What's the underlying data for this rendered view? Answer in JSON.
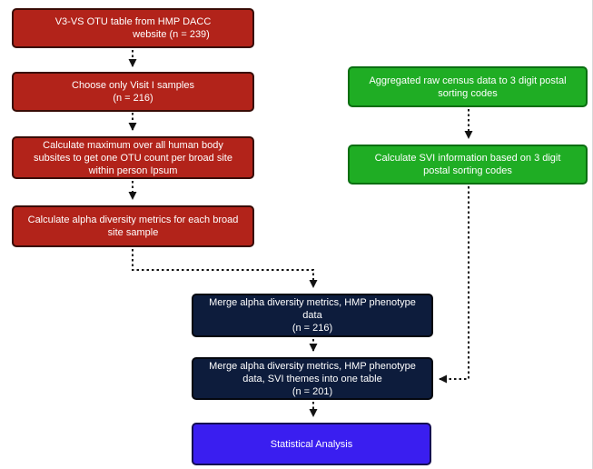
{
  "figure": {
    "type": "flowchart",
    "background": "#ffffff"
  },
  "palette": {
    "red_fill": "#b2231a",
    "red_border": "#380c06",
    "green_fill": "#1fad24",
    "green_border": "#0a6e11",
    "navy_fill": "#0d1c3c",
    "navy_border": "#04070f",
    "blue_fill": "#3a1ef0",
    "blue_border": "#140c52",
    "text_color": "#ffffff",
    "arrow_color": "#131313"
  },
  "nodes": {
    "otu_table": {
      "color": "red",
      "lines": [
        "V3-VS OTU table from HMP DACC",
        "website (n = 239)"
      ]
    },
    "visit1": {
      "color": "red",
      "lines": [
        "Choose only Visit I samples",
        "(n = 216)"
      ]
    },
    "max_subsites": {
      "color": "red",
      "lines": [
        "Calculate maximum over all human body",
        "subsites to get one OTU count per broad site",
        "within person Ipsum"
      ]
    },
    "alpha_metrics": {
      "color": "red",
      "lines": [
        "Calculate alpha diversity metrics for each broad",
        "site sample"
      ]
    },
    "census": {
      "color": "green",
      "lines": [
        "Aggregated raw census data to 3 digit postal",
        "sorting codes"
      ]
    },
    "svi": {
      "color": "green",
      "lines": [
        "Calculate SVI information based on 3 digit",
        "postal sorting codes"
      ]
    },
    "merge_pheno": {
      "color": "navy",
      "lines": [
        "Merge alpha diversity metrics, HMP phenotype",
        "data",
        "(n = 216)"
      ]
    },
    "merge_svi": {
      "color": "navy",
      "lines": [
        "Merge alpha diversity metrics, HMP phenotype",
        "data, SVI themes into one table",
        "(n = 201)"
      ]
    },
    "stats": {
      "color": "blue",
      "lines": [
        "Statistical Analysis"
      ]
    }
  },
  "edges": [
    {
      "from": "otu_table",
      "to": "visit1",
      "style": "dotted-arrow"
    },
    {
      "from": "visit1",
      "to": "max_subsites",
      "style": "dotted-arrow"
    },
    {
      "from": "max_subsites",
      "to": "alpha_metrics",
      "style": "dotted-arrow"
    },
    {
      "from": "alpha_metrics",
      "to": "merge_pheno",
      "style": "dotted-arrow"
    },
    {
      "from": "census",
      "to": "svi",
      "style": "dotted-arrow"
    },
    {
      "from": "svi",
      "to": "merge_svi",
      "style": "dotted-arrow"
    },
    {
      "from": "merge_pheno",
      "to": "merge_svi",
      "style": "dotted-arrow"
    },
    {
      "from": "merge_svi",
      "to": "stats",
      "style": "dotted-arrow"
    }
  ]
}
